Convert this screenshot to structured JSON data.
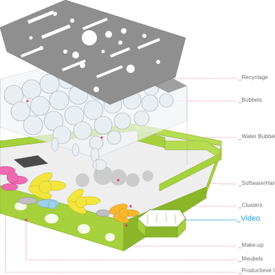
{
  "colors": {
    "roof": "#8f8f8f",
    "bubble": "#e9eef2",
    "green": "#a6d13c",
    "green_dark": "#8cb62a",
    "pink": "#f06ab0",
    "yellow": "#f2e53c",
    "orange": "#f7b62b",
    "leader_red": "#e0306a",
    "leader_blue": "#1f9bd8"
  },
  "labels": [
    {
      "id": "recyclage",
      "text": "_Recyclage"
    },
    {
      "id": "bubbels",
      "text": "_Bubbels"
    },
    {
      "id": "water-bubbels",
      "text": "_Water Bubbels"
    },
    {
      "id": "software-hardware",
      "text": "_Software/Hard"
    },
    {
      "id": "clusters",
      "text": "_Clusters"
    },
    {
      "id": "video",
      "text": "_Video"
    },
    {
      "id": "make-up",
      "text": "_Make-up"
    },
    {
      "id": "meubels",
      "text": "_Meubels"
    },
    {
      "id": "productieve",
      "text": "_Productieve l"
    }
  ]
}
